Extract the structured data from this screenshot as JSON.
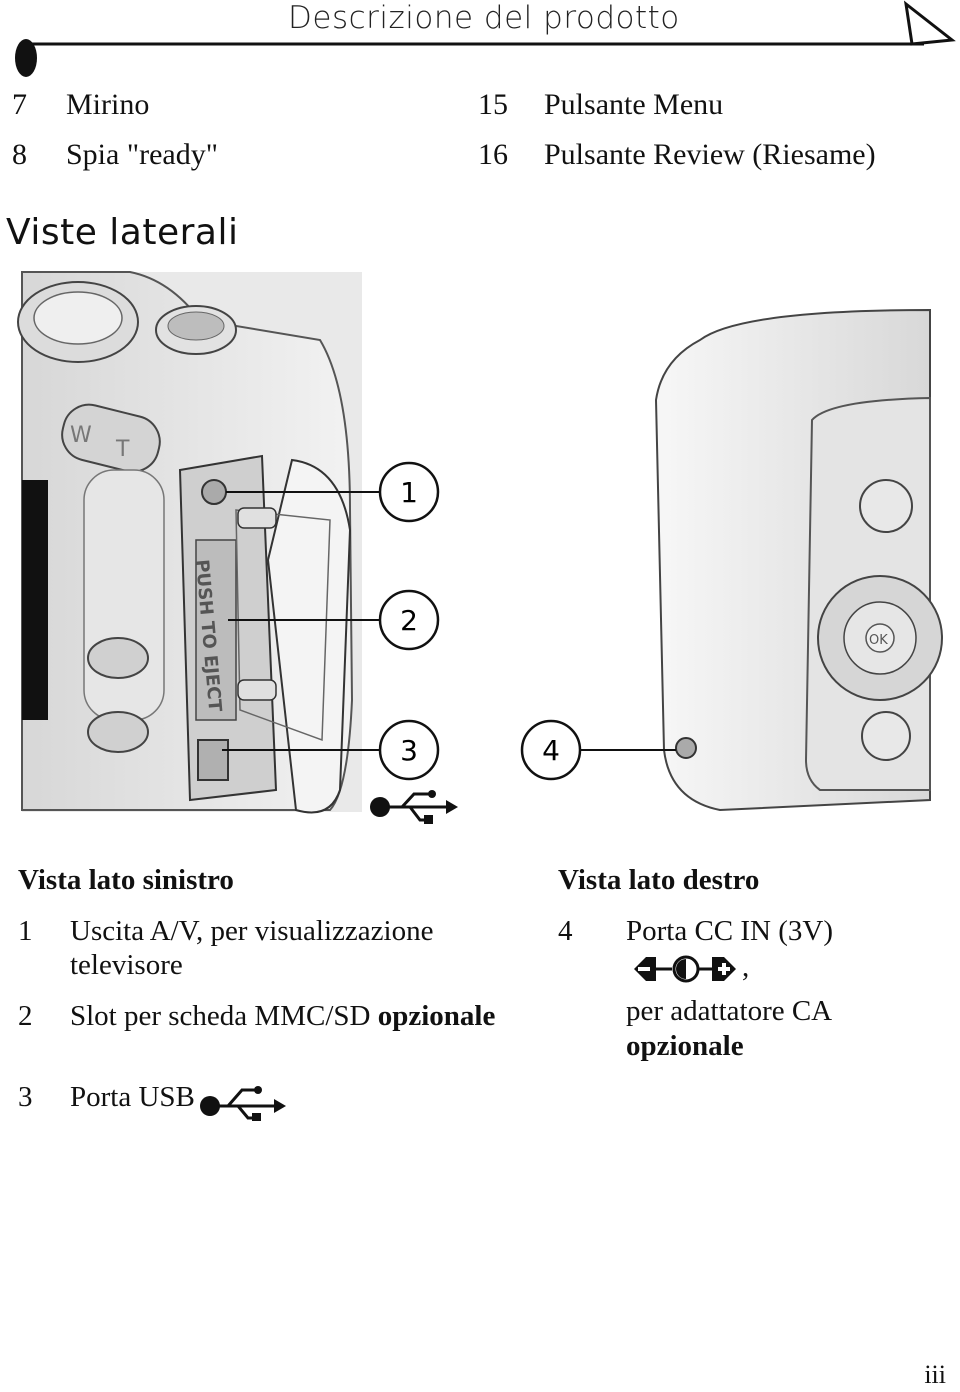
{
  "header": {
    "title": "Descrizione del prodotto"
  },
  "top_list": [
    {
      "num": "7",
      "label": "Mirino"
    },
    {
      "num": "8",
      "label": "Spia \"ready\""
    },
    {
      "num": "15",
      "label": "Pulsante Menu"
    },
    {
      "num": "16",
      "label": "Pulsante Review (Riesame)"
    }
  ],
  "section": {
    "title": "Viste laterali"
  },
  "figure": {
    "callouts": [
      "1",
      "2",
      "3",
      "4"
    ],
    "door_text": "PUSH TO EJECT",
    "zoom_labels": [
      "W",
      "T"
    ],
    "ok_label": "OK"
  },
  "left_column": {
    "heading": "Vista lato sinistro",
    "items": [
      {
        "num": "1",
        "text": "Uscita A/V, per visualizzazione televisore"
      },
      {
        "num": "2",
        "text": "Slot per scheda MMC/SD ",
        "emphasis": "opzionale"
      },
      {
        "num": "3",
        "text": "Porta USB"
      }
    ]
  },
  "right_column": {
    "heading": "Vista lato destro",
    "items": [
      {
        "num": "4",
        "line1": "Porta CC IN (3V)",
        "after_symbol": ",",
        "line2": "per adattatore CA",
        "emphasis": "opzionale"
      }
    ]
  },
  "footer": {
    "page_number": "iii"
  },
  "icons": [
    "usb-icon",
    "dc-polarity-icon",
    "page-tab-arrow-icon"
  ]
}
